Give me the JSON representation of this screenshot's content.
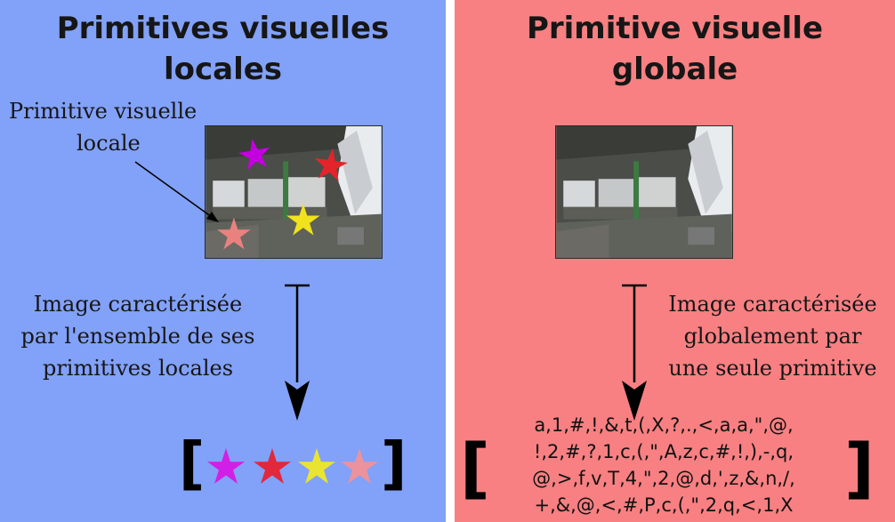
{
  "left_panel": {
    "title_line1": "Primitives visuelles",
    "title_line2": "locales",
    "annotation_line1": "Primitive visuelle",
    "annotation_line2": "locale",
    "caption_line1": "Image caractérisée",
    "caption_line2": "par l'ensemble de ses",
    "caption_line3": "primitives locales",
    "bracket_open": "[",
    "bracket_close": "]",
    "photo_stars": [
      {
        "name": "purple-star",
        "color": "#c400e0"
      },
      {
        "name": "red-star",
        "color": "#e3242b"
      },
      {
        "name": "yellow-star",
        "color": "#f0e21c"
      },
      {
        "name": "pink-star",
        "color": "#e9827f"
      }
    ],
    "feature_stars": [
      {
        "name": "magenta-star",
        "color": "#d21fe6"
      },
      {
        "name": "crimson-star",
        "color": "#e1283c"
      },
      {
        "name": "yellow-star",
        "color": "#e9e431"
      },
      {
        "name": "pink-star",
        "color": "#eb929c"
      }
    ]
  },
  "right_panel": {
    "title_line1": "Primitive visuelle",
    "title_line2": "globale",
    "caption_line1": "Image caractérisée",
    "caption_line2": "globalement par",
    "caption_line3": "une seule primitive",
    "bracket_open": "[",
    "bracket_close": "]",
    "code_lines": [
      "a,1,#,!,&,t,(,X,?,.,<,a,a,\",@,",
      "!,2,#,?,1,c,(,\",A,z,c,#,!,),-,q,",
      "@,>,f,v,T,4,\",2,@,d,',z,&,n,/,",
      "+,&,@,<,#,P,c,(,\",2,q,<,1,X"
    ]
  }
}
